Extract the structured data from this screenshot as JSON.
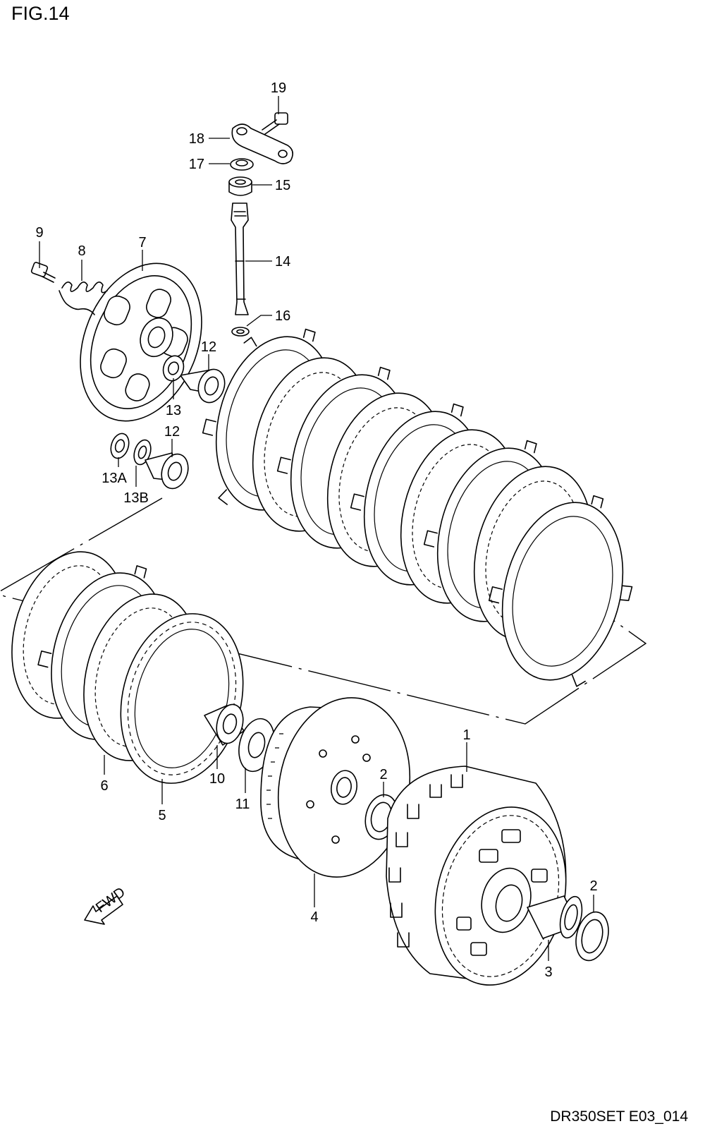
{
  "figure": {
    "title": "FIG.14",
    "drawing_code": "DR350SET E03_014",
    "direction_label": "FWD"
  },
  "callouts": {
    "p1": "1",
    "p2a": "2",
    "p2b": "2",
    "p3": "3",
    "p4": "4",
    "p5": "5",
    "p6": "6",
    "p7": "7",
    "p8": "8",
    "p9": "9",
    "p10": "10",
    "p11": "11",
    "p12a": "12",
    "p12b": "12",
    "p13": "13",
    "p13A": "13A",
    "p13B": "13B",
    "p14": "14",
    "p15": "15",
    "p16": "16",
    "p17": "17",
    "p18": "18",
    "p19": "19"
  }
}
